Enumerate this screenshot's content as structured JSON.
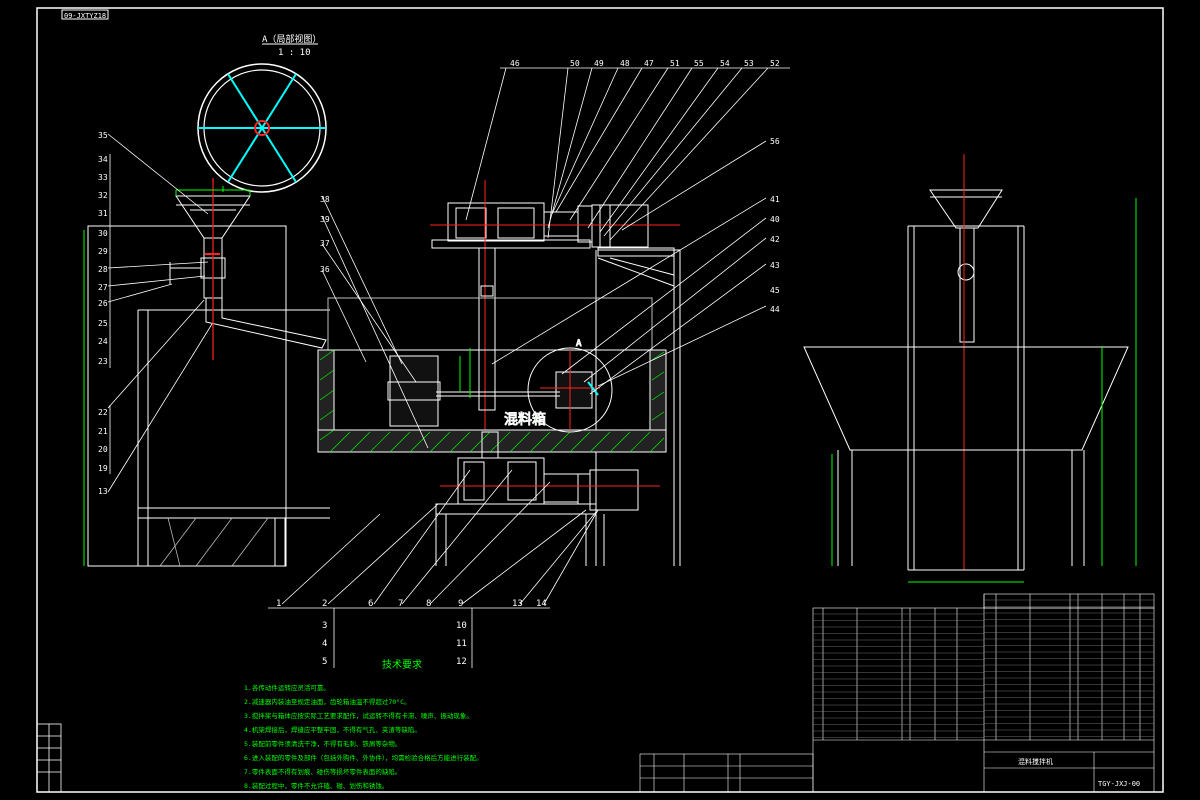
{
  "drawing": {
    "corner_code": "09-JXTYZ18",
    "detail_title": "A（局部视图）",
    "detail_scale": "1 : 10",
    "mixing_box_label": "混料箱",
    "label_A": "A",
    "tech_title": "技术要求",
    "drawing_code": "TGY-JXJ-00",
    "machine_name": "混料搅拌机",
    "balloons_top": [
      "46",
      "50",
      "49",
      "48",
      "47",
      "51",
      "55",
      "54",
      "53",
      "52"
    ],
    "balloons_left": [
      "35",
      "34",
      "33",
      "32",
      "31",
      "30",
      "29",
      "28",
      "27",
      "26",
      "25",
      "24",
      "23",
      "22",
      "21",
      "20",
      "19",
      "13"
    ],
    "balloons_center": [
      "38",
      "39",
      "37",
      "36"
    ],
    "balloons_right": [
      "56",
      "41",
      "40",
      "42",
      "43",
      "45",
      "44"
    ],
    "balloons_bottom_top": [
      "1",
      "2",
      "6",
      "7",
      "8",
      "9",
      "13",
      "14"
    ],
    "balloons_bottom_stack_left": [
      "3",
      "4",
      "5"
    ],
    "balloons_bottom_stack_right": [
      "10",
      "11",
      "12"
    ],
    "tech_notes": [
      "1.各传动件运转应灵活可靠。",
      "2.减速器内装油至规定油面，齿轮箱油温不得超过70°C。",
      "3.搅拌桨与箱体应按实际工艺要求配作，试运转不得有卡滞、噪声、振动现象。",
      "4.机架焊接后，焊缝应平整牢固，不得有气孔、夹渣等缺陷。",
      "5.装配前零件须清洗干净，不得有毛刺、铁屑等杂物。",
      "6.进入装配的零件及部件（包括外购件、外协件），均需检验合格后方能进行装配。",
      "7.零件表面不得有划痕、碰伤等损坏零件表面的缺陷。",
      "8.装配过程中，零件不允许磕、碰、划伤和锈蚀。"
    ]
  }
}
